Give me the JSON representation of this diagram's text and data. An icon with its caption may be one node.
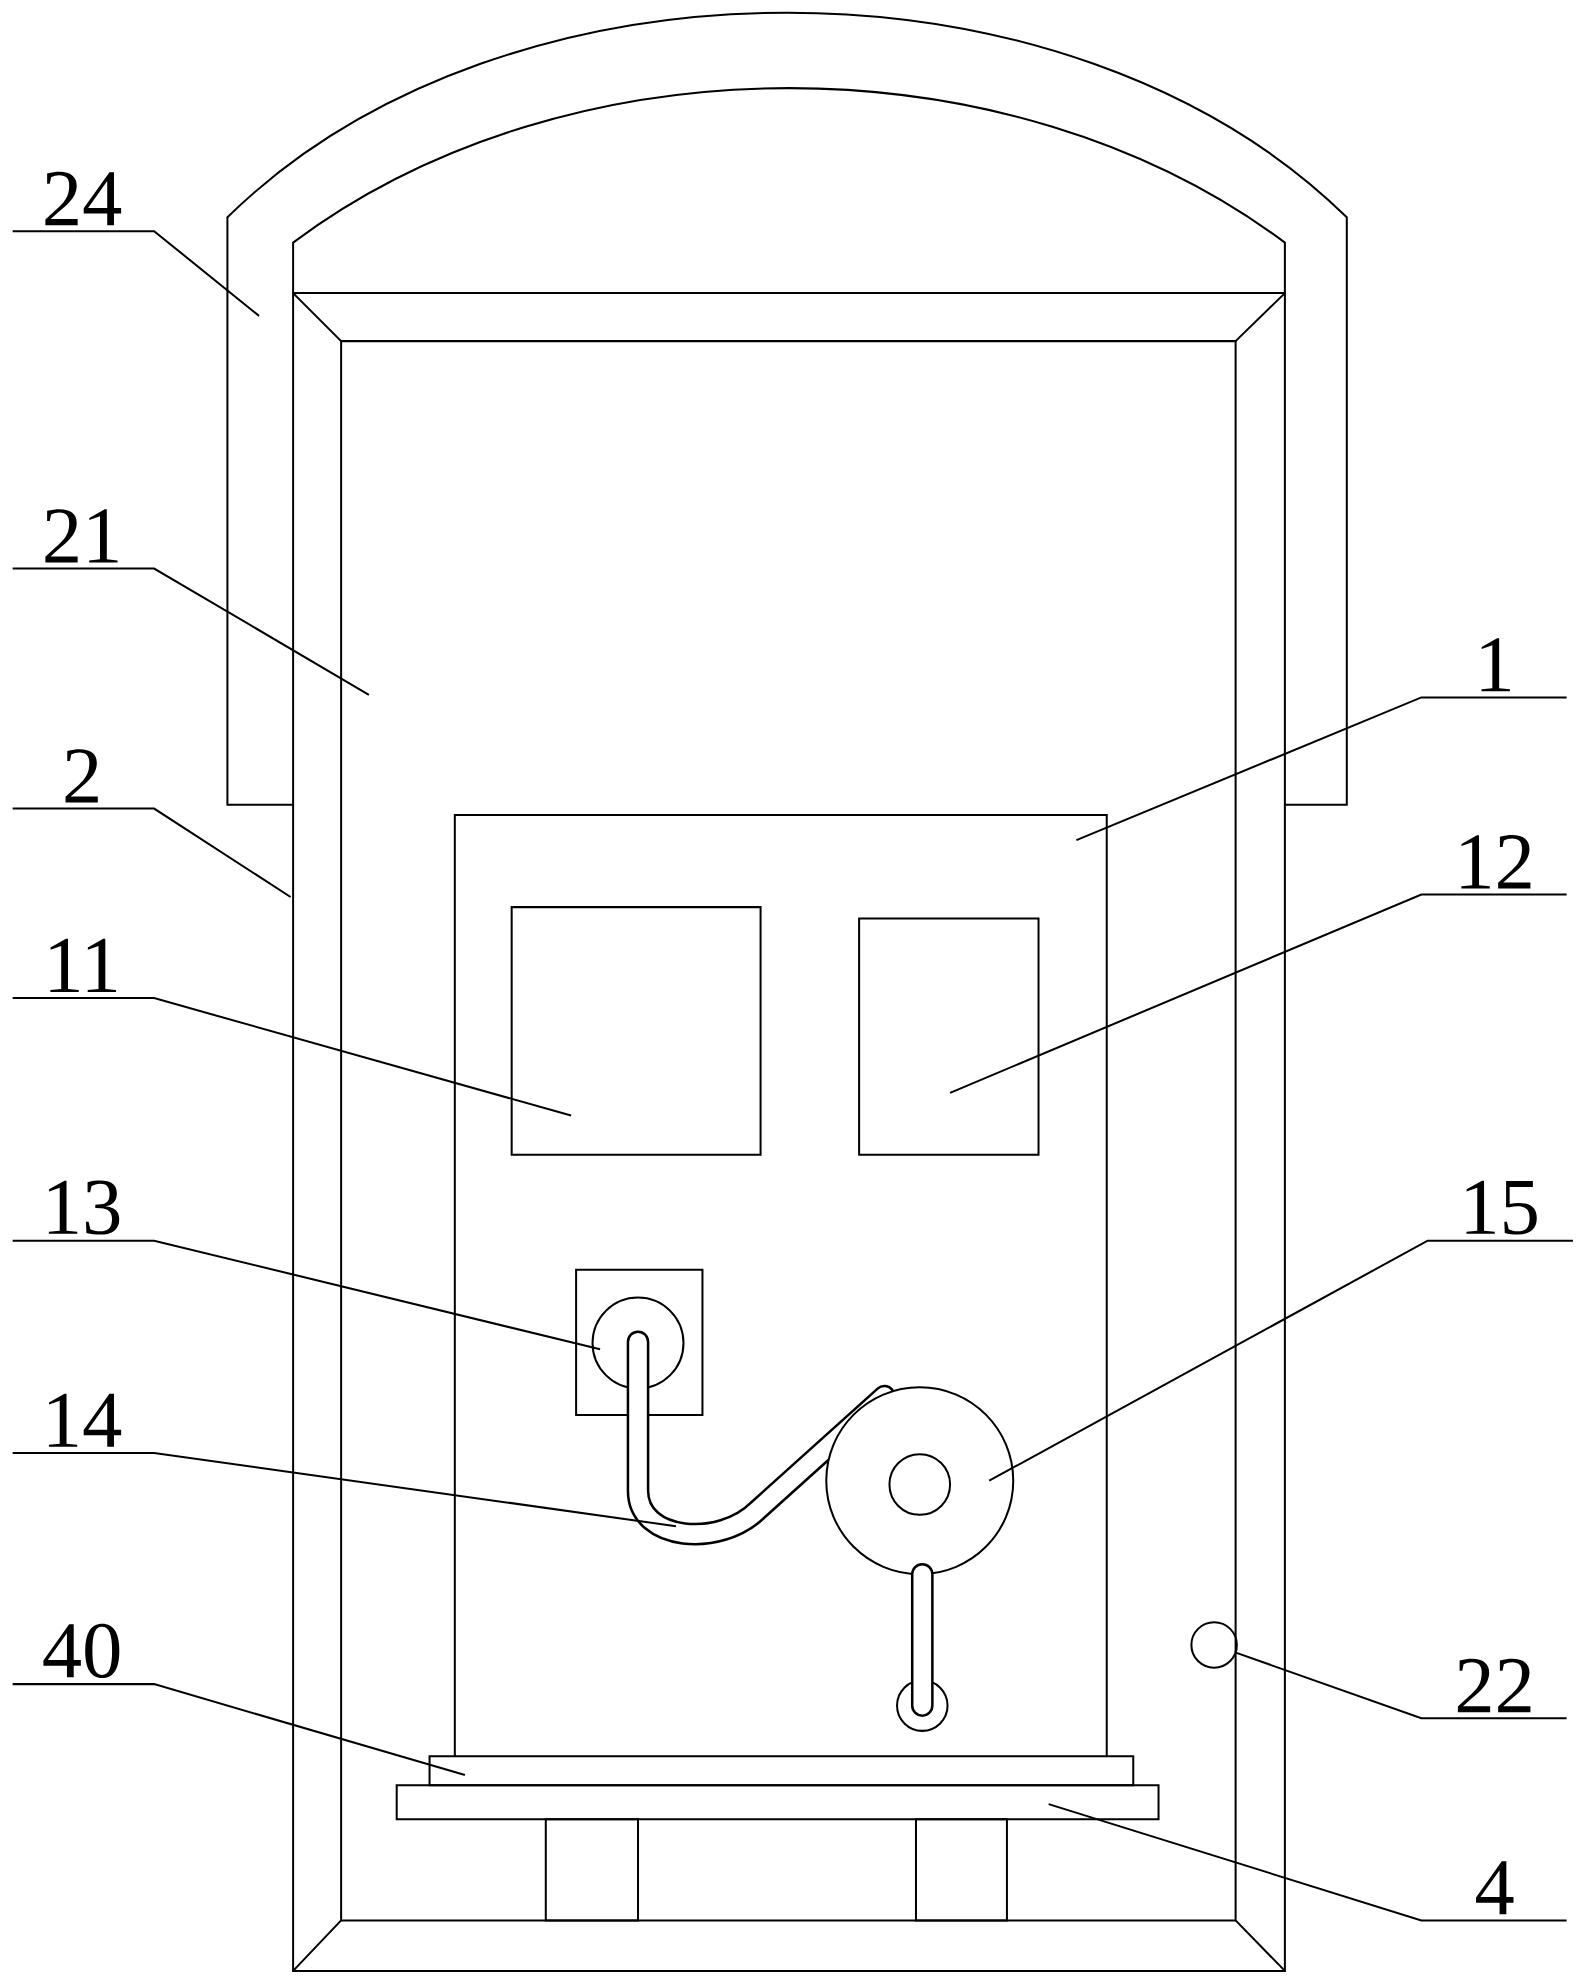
{
  "diagram": {
    "nodes": [
      {
        "text": [
          "24"
        ]
      },
      {
        "text": [
          "21"
        ]
      },
      {
        "text": [
          "2"
        ]
      },
      {
        "text": [
          "11"
        ]
      },
      {
        "text": [
          "13"
        ]
      },
      {
        "text": [
          "14"
        ]
      },
      {
        "text": [
          "40"
        ]
      },
      {
        "text": [
          "1"
        ]
      },
      {
        "text": [
          "12"
        ]
      },
      {
        "text": [
          "15"
        ]
      },
      {
        "text": [
          "22"
        ]
      },
      {
        "text": [
          "4"
        ]
      },
      {
        "text": [],
        "shape": "circle"
      }
    ],
    "edges": [
      {
        "from": 0,
        "to": null,
        "arrow": "none"
      },
      {
        "from": 1,
        "to": null,
        "arrow": "none"
      },
      {
        "from": 2,
        "to": null,
        "arrow": "none"
      },
      {
        "from": 3,
        "to": null,
        "arrow": "none"
      },
      {
        "from": 4,
        "to": null,
        "arrow": "none"
      },
      {
        "from": 5,
        "to": null,
        "arrow": "none"
      },
      {
        "from": 6,
        "to": null,
        "arrow": "none"
      },
      {
        "from": 7,
        "to": null,
        "arrow": "none"
      },
      {
        "from": 8,
        "to": null,
        "arrow": "none"
      },
      {
        "from": 9,
        "to": null,
        "arrow": "none"
      },
      {
        "from": 10,
        "to": 12,
        "arrow": "none"
      },
      {
        "from": 11,
        "to": null,
        "arrow": "none"
      }
    ]
  }
}
